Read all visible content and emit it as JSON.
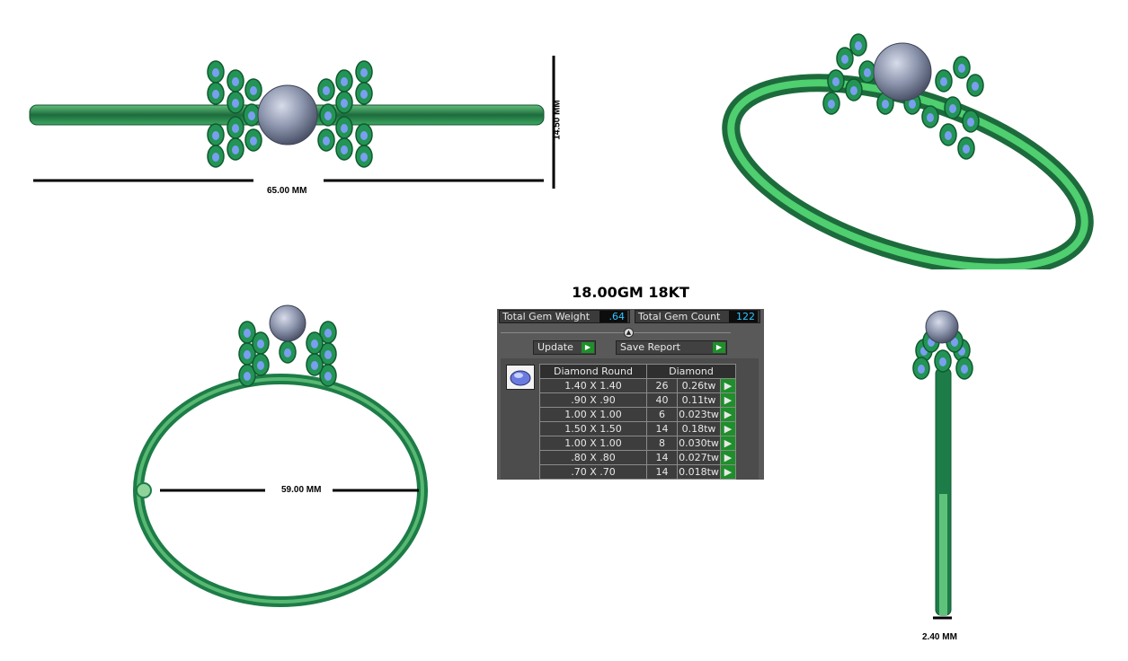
{
  "dimensions": {
    "length": "65.00 MM",
    "height": "14.50 MM",
    "inner_diameter": "59.00 MM",
    "thickness": "2.40 MM"
  },
  "weight_title": "18.00GM 18KT",
  "panel": {
    "total_gem_weight_label": "Total Gem Weight",
    "total_gem_weight_value": ".64",
    "total_gem_count_label": "Total Gem Count",
    "total_gem_count_value": "122",
    "update_label": "Update",
    "save_report_label": "Save Report",
    "table_headers": [
      "Diamond Round",
      "Diamond"
    ],
    "rows": [
      {
        "size": "1.40 X 1.40",
        "count": "26",
        "ctw": "0.26tw"
      },
      {
        "size": ".90 X .90",
        "count": "40",
        "ctw": "0.11tw"
      },
      {
        "size": "1.00 X 1.00",
        "count": "6",
        "ctw": "0.023tw"
      },
      {
        "size": "1.50 X 1.50",
        "count": "14",
        "ctw": "0.18tw"
      },
      {
        "size": "1.00 X 1.00",
        "count": "8",
        "ctw": "0.030tw"
      },
      {
        "size": ".80 X .80",
        "count": "14",
        "ctw": "0.027tw"
      },
      {
        "size": ".70 X .70",
        "count": "14",
        "ctw": "0.018tw"
      }
    ]
  },
  "colors": {
    "metal_green": "#2e9a57",
    "metal_dark": "#1d6b3c",
    "gem_blue": "#7a9ff0",
    "pearl": "#8a93aa",
    "go_button": "#1e8f2a"
  }
}
